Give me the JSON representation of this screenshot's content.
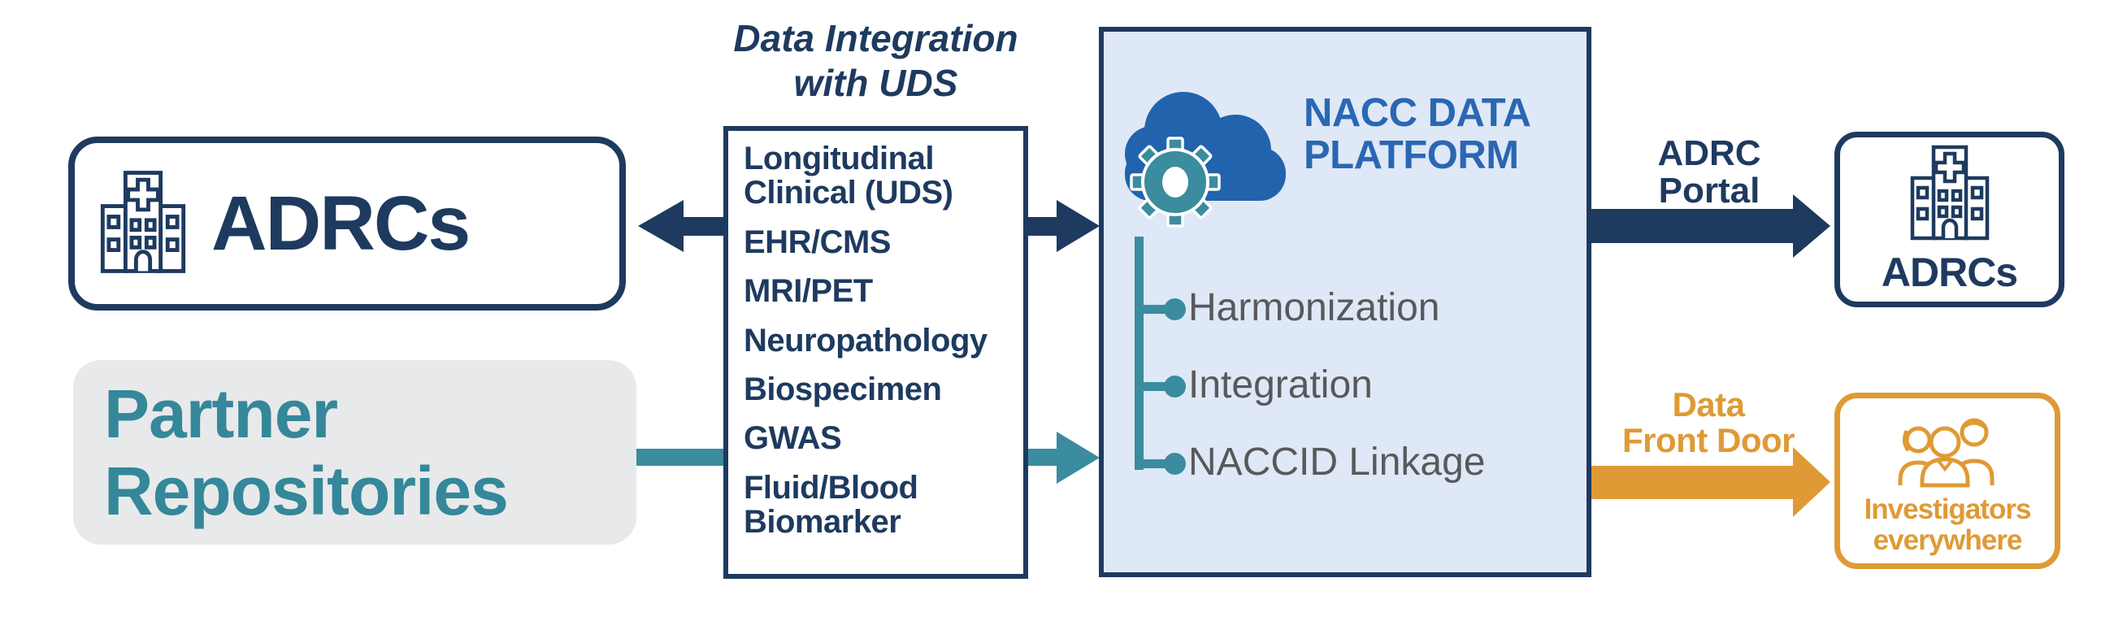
{
  "theme": {
    "navy": "#1e3a5f",
    "blue": "#2a67b3",
    "cloudBlue": "#2263ae",
    "teal": "#3a8c9e",
    "tealText": "#35879a",
    "orange": "#df9a35",
    "platformFill": "#dfe8f6",
    "grayFill": "#e8e9ea",
    "grayText": "#58595b"
  },
  "left_adrc": {
    "label": "ADRCs",
    "icon": "hospital-icon"
  },
  "partner": {
    "label_line1": "Partner",
    "label_line2": "Repositories"
  },
  "integration": {
    "title_line1": "Data Integration",
    "title_line2": "with UDS",
    "items": [
      "Longitudinal Clinical (UDS)",
      "EHR/CMS",
      "MRI/PET",
      "Neuropathology",
      "Biospecimen",
      "GWAS",
      "Fluid/Blood Biomarker"
    ]
  },
  "platform": {
    "title_line1": "NACC DATA",
    "title_line2": "PLATFORM",
    "icon": "cloud-gear-icon",
    "features": [
      "Harmonization",
      "Integration",
      "NACCID Linkage"
    ]
  },
  "adrc_portal": {
    "label_line1": "ADRC",
    "label_line2": "Portal"
  },
  "right_adrc": {
    "label": "ADRCs",
    "icon": "hospital-icon"
  },
  "front_door": {
    "label_line1": "Data",
    "label_line2": "Front Door"
  },
  "investigators": {
    "label_line1": "Investigators",
    "label_line2": "everywhere",
    "icon": "people-icon"
  }
}
